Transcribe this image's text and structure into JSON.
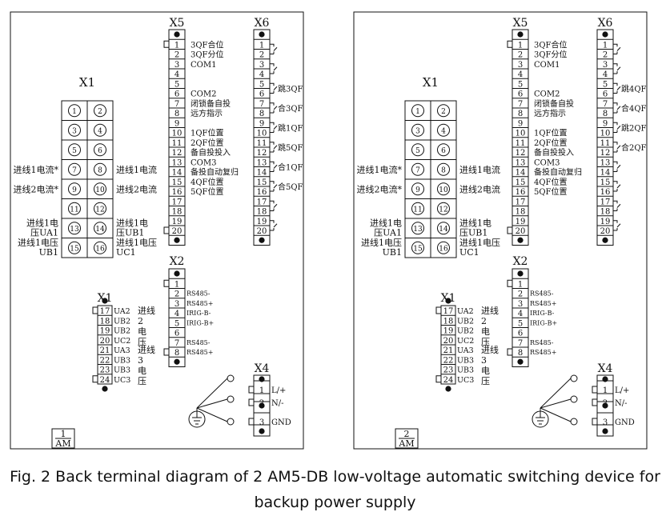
{
  "figure": {
    "caption": "Fig. 2 Back terminal diagram of 2 AM5-DB low-voltage automatic switching device for backup power supply"
  },
  "panels": [
    {
      "id": "panel-1",
      "badge": {
        "num": "1",
        "text": "AM"
      },
      "x5": {
        "title": "X5",
        "labels": {
          "1": "3QF合位",
          "2": "3QF分位",
          "3": "COM1",
          "6": "COM2",
          "7": "闭锁备自投",
          "8": "远方指示",
          "10": "1QF位置",
          "11": "2QF位置",
          "12": "备自投投入",
          "13": "COM3",
          "14": "备投自动复归",
          "15": "4QF位置",
          "16": "5QF位置"
        }
      },
      "x6": {
        "title": "X6",
        "relays": [
          {
            "rows": [
              5,
              6
            ],
            "label": "跳3QF"
          },
          {
            "rows": [
              7,
              8
            ],
            "label": "合3QF"
          },
          {
            "rows": [
              9,
              10
            ],
            "label": "跳1QF"
          },
          {
            "rows": [
              11,
              12
            ],
            "label": "跳5QF"
          },
          {
            "rows": [
              13,
              14
            ],
            "label": "合1QF"
          },
          {
            "rows": [
              15,
              16
            ],
            "label": "合5QF"
          }
        ]
      },
      "x1_top": {
        "title": "X1",
        "left": [
          "进线1电流*",
          "进线2电流*",
          "进线1电\n压UA1",
          "进线1电压\nUB1"
        ],
        "right": [
          "进线1电流",
          "进线2电流",
          "进线1电\n压UB1",
          "进线1电压\nUC1"
        ]
      },
      "x1_bottom": {
        "title": "X1",
        "labels": {
          "17": "UA2",
          "18": "UB2",
          "19": "UB2",
          "20": "UC2",
          "21": "UA3",
          "22": "UB3",
          "23": "UB3",
          "24": "UC3"
        },
        "side_a": [
          "进线",
          "2",
          "电",
          "压"
        ],
        "side_b": [
          "进线",
          "3",
          "电",
          "压"
        ]
      },
      "x2": {
        "title": "X2",
        "labels": {
          "2": "RS485-",
          "3": "RS485+",
          "4": "IRIG-B-",
          "5": "IRIG-B+",
          "7": "RS485-",
          "8": "RS485+"
        }
      },
      "x4": {
        "title": "X4",
        "labels": {
          "1": "L/+",
          "2": "N/-",
          "3": "GND"
        }
      }
    },
    {
      "id": "panel-2",
      "badge": {
        "num": "2",
        "text": "AM"
      },
      "x5": {
        "title": "X5",
        "labels": {
          "1": "3QF合位",
          "2": "3QF分位",
          "3": "COM1",
          "6": "COM2",
          "7": "闭锁备自投",
          "8": "远方指示",
          "10": "1QF位置",
          "11": "2QF位置",
          "12": "备自投投入",
          "13": "COM3",
          "14": "备投自动复归",
          "15": "4QF位置",
          "16": "5QF位置"
        }
      },
      "x6": {
        "title": "X6",
        "relays": [
          {
            "rows": [
              5,
              6
            ],
            "label": "跳4QF"
          },
          {
            "rows": [
              7,
              8
            ],
            "label": "合4QF"
          },
          {
            "rows": [
              9,
              10
            ],
            "label": "跳2QF"
          },
          {
            "rows": [
              11,
              12
            ],
            "label": "合2QF"
          }
        ]
      },
      "x1_top": {
        "title": "X1",
        "left": [
          "进线1电流*",
          "进线2电流*",
          "进线1电\n压UA1",
          "进线1电压\nUB1"
        ],
        "right": [
          "进线1电流",
          "进线2电流",
          "进线1电\n压UB1",
          "进线1电压\nUC1"
        ]
      },
      "x1_bottom": {
        "title": "X1",
        "labels": {
          "17": "UA2",
          "18": "UB2",
          "19": "UB2",
          "20": "UC2",
          "21": "UA3",
          "22": "UB3",
          "23": "UB3",
          "24": "UC3"
        },
        "side_a": [
          "进线",
          "2",
          "电",
          "压"
        ],
        "side_b": [
          "进线",
          "3",
          "电",
          "压"
        ]
      },
      "x2": {
        "title": "X2",
        "labels": {
          "2": "RS485-",
          "3": "RS485+",
          "4": "IRIG-B-",
          "5": "IRIG-B+",
          "7": "RS485-",
          "8": "RS485+"
        }
      },
      "x4": {
        "title": "X4",
        "labels": {
          "1": "L/+",
          "2": "N/-",
          "3": "GND"
        }
      }
    }
  ]
}
